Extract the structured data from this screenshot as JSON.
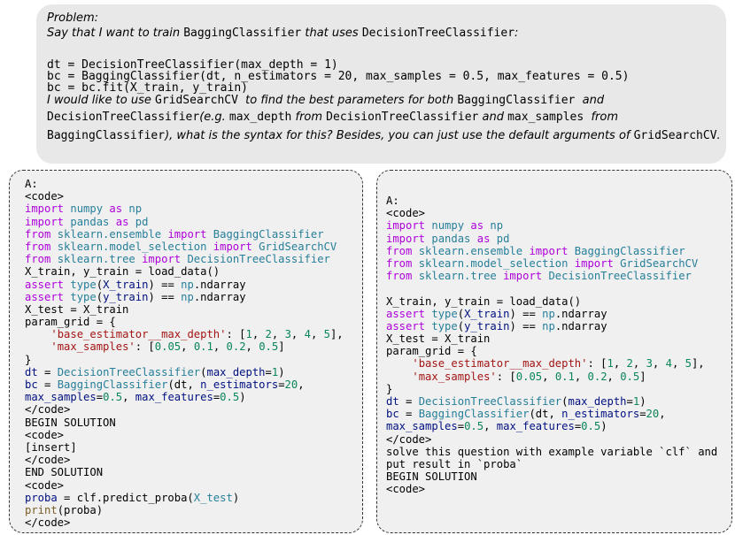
{
  "problem": {
    "heading": "Problem:",
    "intro_a": "Say that I want to train ",
    "intro_b": "BaggingClassifier",
    "intro_c": " that uses ",
    "intro_d": "DecisionTreeClassifier",
    "intro_e": ":",
    "code_1": "dt = DecisionTreeClassifier(max_depth = 1)",
    "code_2": "bc = BaggingClassifier(dt, n_estimators = 20, max_samples = 0.5, max_features = 0.5)",
    "code_3": "bc = bc.fit(X_train, y_train)",
    "q1_a": "I would like to use ",
    "q1_b": "GridSearchCV",
    "q1_c": "  to find the best parameters for both ",
    "q1_d": "BaggingClassifier",
    "q1_e": "  and",
    "q2_a": "DecisionTreeClassifier",
    "q2_b": "(e.g. ",
    "q2_c": "max_depth",
    "q2_d": " from ",
    "q2_e": "DecisionTreeClassifier",
    "q2_f": " and ",
    "q2_g": "max_samples",
    "q2_h": "  from",
    "q3_a": "BaggingClassifier",
    "q3_b": "), what is the syntax for this? Besides, you can just use the default arguments of ",
    "q3_c": "GridSearchCV",
    "q3_d": "."
  },
  "box_a": {
    "l01": "A:",
    "l02": "<code>",
    "l03_a": "import",
    "l03_b": " numpy ",
    "l03_c": "as",
    "l03_d": " np",
    "l04_a": "import",
    "l04_b": " pandas ",
    "l04_c": "as",
    "l04_d": " pd",
    "l05_a": "from",
    "l05_b": " sklearn.ensemble ",
    "l05_c": "import",
    "l05_d": " BaggingClassifier",
    "l06_a": "from",
    "l06_b": " sklearn.model_selection ",
    "l06_c": "import",
    "l06_d": " GridSearchCV",
    "l07_a": "from",
    "l07_b": " sklearn.tree ",
    "l07_c": "import",
    "l07_d": " DecisionTreeClassifier",
    "l08": "X_train, y_train = load_data()",
    "l09_a": "assert",
    "l09_b": " ",
    "l09_c": "type",
    "l09_d": "(",
    "l09_e": "X_train",
    "l09_f": ") == ",
    "l09_g": "np",
    "l09_h": ".ndarray",
    "l10_a": "assert",
    "l10_b": " ",
    "l10_c": "type",
    "l10_d": "(",
    "l10_e": "y_train",
    "l10_f": ") == ",
    "l10_g": "np",
    "l10_h": ".ndarray",
    "l11": "X_test = X_train",
    "l12": "param_grid = {",
    "l13_a": "    ",
    "l13_b": "'base_estimator__max_depth'",
    "l13_c": ": [",
    "l13_d": "1",
    "l13_e": ", ",
    "l13_f": "2",
    "l13_g": ", ",
    "l13_h": "3",
    "l13_i": ", ",
    "l13_j": "4",
    "l13_k": ", ",
    "l13_l": "5",
    "l13_m": "],",
    "l14_a": "    ",
    "l14_b": "'max_samples'",
    "l14_c": ": [",
    "l14_d": "0.05",
    "l14_e": ", ",
    "l14_f": "0.1",
    "l14_g": ", ",
    "l14_h": "0.2",
    "l14_i": ", ",
    "l14_j": "0.5",
    "l14_k": "]",
    "l15": "}",
    "l16_a": "dt",
    "l16_b": " = ",
    "l16_c": "DecisionTreeClassifier",
    "l16_d": "(",
    "l16_e": "max_depth",
    "l16_f": "=",
    "l16_g": "1",
    "l16_h": ")",
    "l17_a": "bc",
    "l17_b": " = ",
    "l17_c": "BaggingClassifier",
    "l17_d": "(dt, ",
    "l17_e": "n_estimators",
    "l17_f": "=",
    "l17_g": "20",
    "l17_h": ",",
    "l18_a": "max_samples",
    "l18_b": "=",
    "l18_c": "0.5",
    "l18_d": ", ",
    "l18_e": "max_features",
    "l18_f": "=",
    "l18_g": "0.5",
    "l18_h": ")",
    "l19": "</code>",
    "l20": "BEGIN SOLUTION",
    "l21": "<code>",
    "l22": "[insert]",
    "l23": "</code>",
    "l24": "END SOLUTION",
    "l25": "<code>",
    "l26_a": "proba",
    "l26_b": " = clf.predict_proba(",
    "l26_c": "X_test",
    "l26_d": ")",
    "l27_a": "print",
    "l27_b": "(proba)",
    "l28": "</code>"
  },
  "box_b": {
    "l01": "A:",
    "l02": "<code>",
    "l03_a": "import",
    "l03_b": " numpy ",
    "l03_c": "as",
    "l03_d": " np",
    "l04_a": "import",
    "l04_b": " pandas ",
    "l04_c": "as",
    "l04_d": " pd",
    "l05_a": "from",
    "l05_b": " sklearn.ensemble ",
    "l05_c": "import",
    "l05_d": " BaggingClassifier",
    "l06_a": "from",
    "l06_b": " sklearn.model_selection ",
    "l06_c": "import",
    "l06_d": " GridSearchCV",
    "l07_a": "from",
    "l07_b": " sklearn.tree ",
    "l07_c": "import",
    "l07_d": " DecisionTreeClassifier",
    "l09": "X_train, y_train = load_data()",
    "l10_a": "assert",
    "l10_b": " ",
    "l10_c": "type",
    "l10_d": "(",
    "l10_e": "X_train",
    "l10_f": ") == ",
    "l10_g": "np",
    "l10_h": ".ndarray",
    "l11_a": "assert",
    "l11_b": " ",
    "l11_c": "type",
    "l11_d": "(",
    "l11_e": "y_train",
    "l11_f": ") == ",
    "l11_g": "np",
    "l11_h": ".ndarray",
    "l12": "X_test = X_train",
    "l13": "param_grid = {",
    "l14_a": "    ",
    "l14_b": "'base_estimator__max_depth'",
    "l14_c": ": [",
    "l14_d": "1",
    "l14_e": ", ",
    "l14_f": "2",
    "l14_g": ", ",
    "l14_h": "3",
    "l14_i": ", ",
    "l14_j": "4",
    "l14_k": ", ",
    "l14_l": "5",
    "l14_m": "],",
    "l15_a": "    ",
    "l15_b": "'max_samples'",
    "l15_c": ": [",
    "l15_d": "0.05",
    "l15_e": ", ",
    "l15_f": "0.1",
    "l15_g": ", ",
    "l15_h": "0.2",
    "l15_i": ", ",
    "l15_j": "0.5",
    "l15_k": "]",
    "l16": "}",
    "l17_a": "dt",
    "l17_b": " = ",
    "l17_c": "DecisionTreeClassifier",
    "l17_d": "(",
    "l17_e": "max_depth",
    "l17_f": "=",
    "l17_g": "1",
    "l17_h": ")",
    "l18_a": "bc",
    "l18_b": " = ",
    "l18_c": "BaggingClassifier",
    "l18_d": "(dt, ",
    "l18_e": "n_estimators",
    "l18_f": "=",
    "l18_g": "20",
    "l18_h": ",",
    "l19_a": "max_samples",
    "l19_b": "=",
    "l19_c": "0.5",
    "l19_d": ", ",
    "l19_e": "max_features",
    "l19_f": "=",
    "l19_g": "0.5",
    "l19_h": ")",
    "l20": "</code>",
    "l21": "solve this question with example variable `clf` and",
    "l22": "put result in `proba`",
    "l23": "BEGIN SOLUTION",
    "l24": "<code>"
  }
}
